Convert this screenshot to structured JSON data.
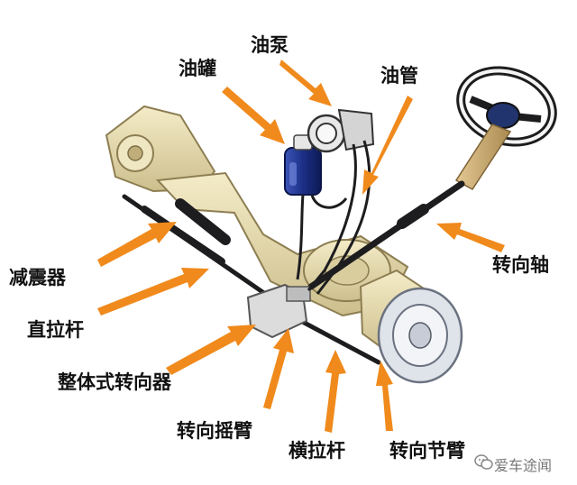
{
  "labels": {
    "oil_pump": "油泵",
    "oil_tank": "油罐",
    "oil_pipe": "油管",
    "shock_absorber": "减震器",
    "steering_shaft": "转向轴",
    "drag_link": "直拉杆",
    "steering_gear": "整体式转向器",
    "pitman_arm": "转向摇臂",
    "tie_rod": "横拉杆",
    "knuckle_arm": "转向节臂"
  },
  "watermark": {
    "text": "爱车途闻",
    "icon": "wechat-icon"
  },
  "colors": {
    "arrow": "#f08a1c",
    "axle": "#e7ddb4",
    "axle_dark": "#b7a877",
    "rod": "#1d1d1f",
    "wheel": "#d9dde6",
    "tank": "#1b2b7a",
    "shaft": "#c9a86a"
  }
}
